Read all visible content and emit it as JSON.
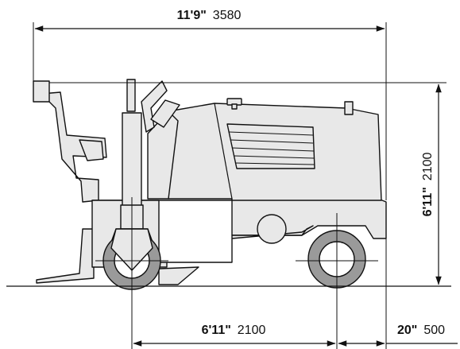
{
  "dimensions": {
    "overall_length": {
      "imperial": "11'9\"",
      "metric": "3580"
    },
    "overall_height": {
      "imperial": "6'11\"",
      "metric": "2100"
    },
    "wheelbase": {
      "imperial": "6'11\"",
      "metric": "2100"
    },
    "rear_overhang": {
      "imperial": "20\"",
      "metric": "500"
    }
  },
  "colors": {
    "line": "#111111",
    "machine_fill": "#e8e8e8",
    "tyre_fill": "#9a9a9a"
  }
}
